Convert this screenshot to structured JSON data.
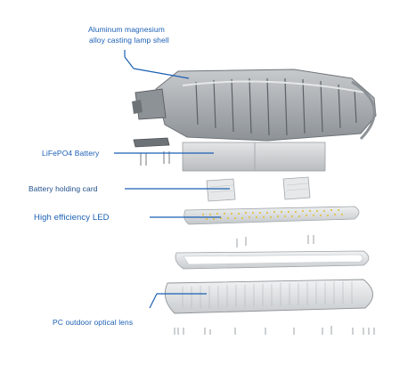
{
  "labels": {
    "shell_line1": "Aluminum magnesium",
    "shell_line2": "alloy casting lamp shell",
    "battery": "LiFePO4 Battery",
    "card": "Battery holding card",
    "led": "High efficiency LED",
    "lens": "PC outdoor optical lens"
  },
  "colors": {
    "leader": "#1b5fb4",
    "shell": "#a9adb1",
    "shell_dark": "#7b8085",
    "battery": "#cfd1d3",
    "led_panel": "#d8dcdf",
    "led_dot": "#e0c34a"
  }
}
